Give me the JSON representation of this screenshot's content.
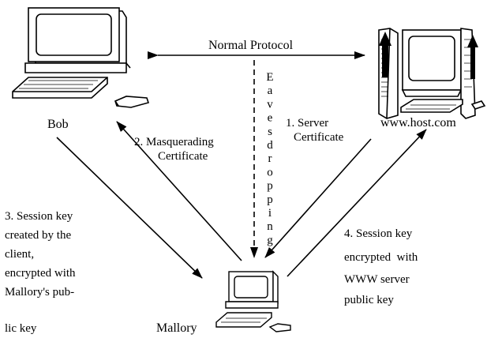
{
  "nodes": {
    "bob": "Bob",
    "host": "www.host.com",
    "mallory": "Mallory"
  },
  "labels": {
    "normal_protocol": "Normal Protocol",
    "eavesdropping": "Eavesdropping",
    "server_cert": [
      "1. Server",
      "Certificate"
    ],
    "masquerading_cert": [
      "2. Masquerading",
      "Certificate"
    ],
    "session_key_client": [
      "3. Session key",
      "created by the",
      "client,",
      "encrypted with",
      "Mallory's pub-",
      "lic key"
    ],
    "session_key_server": [
      "4. Session key",
      "encrypted  with",
      "WWW server",
      "public key"
    ]
  },
  "icons": {
    "bob": "desktop-computer-icon",
    "host": "server-tower-icon",
    "mallory": "desktop-computer-icon"
  },
  "colors": {
    "line": "#000000",
    "background": "#ffffff"
  }
}
